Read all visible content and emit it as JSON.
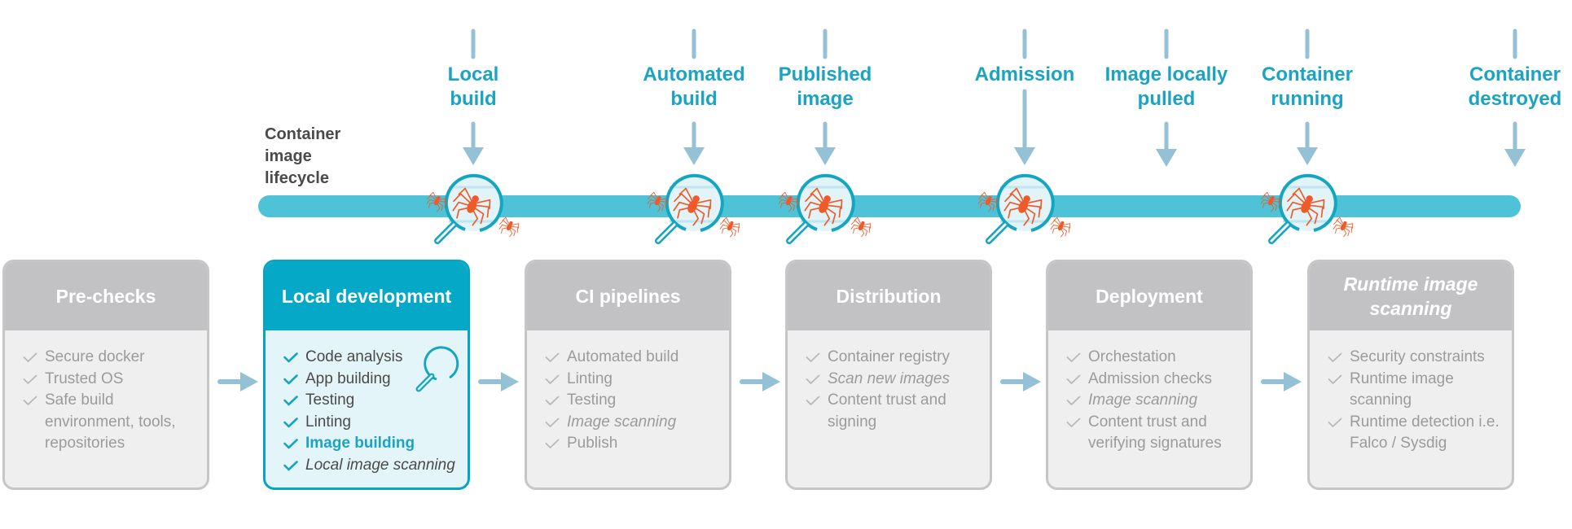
{
  "title": "Container image lifecycle",
  "colors": {
    "accent": "#1ba4c2",
    "timeline_bar": "#4ec3d7",
    "arrow": "#94c1d5",
    "bug": "#f05a28",
    "inactive_header": "#c2c2c4",
    "active_header": "#05a8c6"
  },
  "milestones": [
    {
      "label": "Local build",
      "lines": [
        "Local",
        "build"
      ],
      "scan": true
    },
    {
      "label": "Automated build",
      "lines": [
        "Automated",
        "build"
      ],
      "scan": true
    },
    {
      "label": "Published image",
      "lines": [
        "Published",
        "image"
      ],
      "scan": true
    },
    {
      "label": "Admission",
      "lines": [
        "Admission"
      ],
      "scan": true
    },
    {
      "label": "Image locally pulled",
      "lines": [
        "Image locally",
        "pulled"
      ],
      "scan": false
    },
    {
      "label": "Container running",
      "lines": [
        "Container",
        "running"
      ],
      "scan": true
    },
    {
      "label": "Container destroyed",
      "lines": [
        "Container",
        "destroyed"
      ],
      "scan": false
    }
  ],
  "stages": [
    {
      "title": "Pre-checks",
      "active": false,
      "italic_title": false,
      "items": [
        {
          "text": "Secure docker"
        },
        {
          "text": "Trusted OS"
        },
        {
          "text": "Safe build environment, tools, repositories"
        }
      ]
    },
    {
      "title": "Local development",
      "active": true,
      "italic_title": false,
      "items": [
        {
          "text": "Code analysis"
        },
        {
          "text": "App building"
        },
        {
          "text": "Testing"
        },
        {
          "text": "Linting"
        },
        {
          "text": "Image building",
          "highlight": true
        },
        {
          "text": "Local image scanning",
          "italic": true
        }
      ]
    },
    {
      "title": "CI pipelines",
      "active": false,
      "italic_title": false,
      "items": [
        {
          "text": "Automated build"
        },
        {
          "text": "Linting"
        },
        {
          "text": "Testing"
        },
        {
          "text": "Image scanning",
          "italic": true
        },
        {
          "text": "Publish"
        }
      ]
    },
    {
      "title": "Distribution",
      "active": false,
      "italic_title": false,
      "items": [
        {
          "text": "Container registry"
        },
        {
          "text": "Scan new images",
          "italic": true
        },
        {
          "text": "Content trust and signing"
        }
      ]
    },
    {
      "title": "Deployment",
      "active": false,
      "italic_title": false,
      "items": [
        {
          "text": "Orchestation"
        },
        {
          "text": "Admission checks"
        },
        {
          "text": "Image scanning",
          "italic": true
        },
        {
          "text": "Content trust and verifying signatures"
        }
      ]
    },
    {
      "title": "Runtime image scanning",
      "active": false,
      "italic_title": true,
      "items": [
        {
          "text": "Security constraints"
        },
        {
          "text": "Runtime image scanning"
        },
        {
          "text": "Runtime detection i.e. Falco / Sysdig"
        }
      ]
    }
  ]
}
